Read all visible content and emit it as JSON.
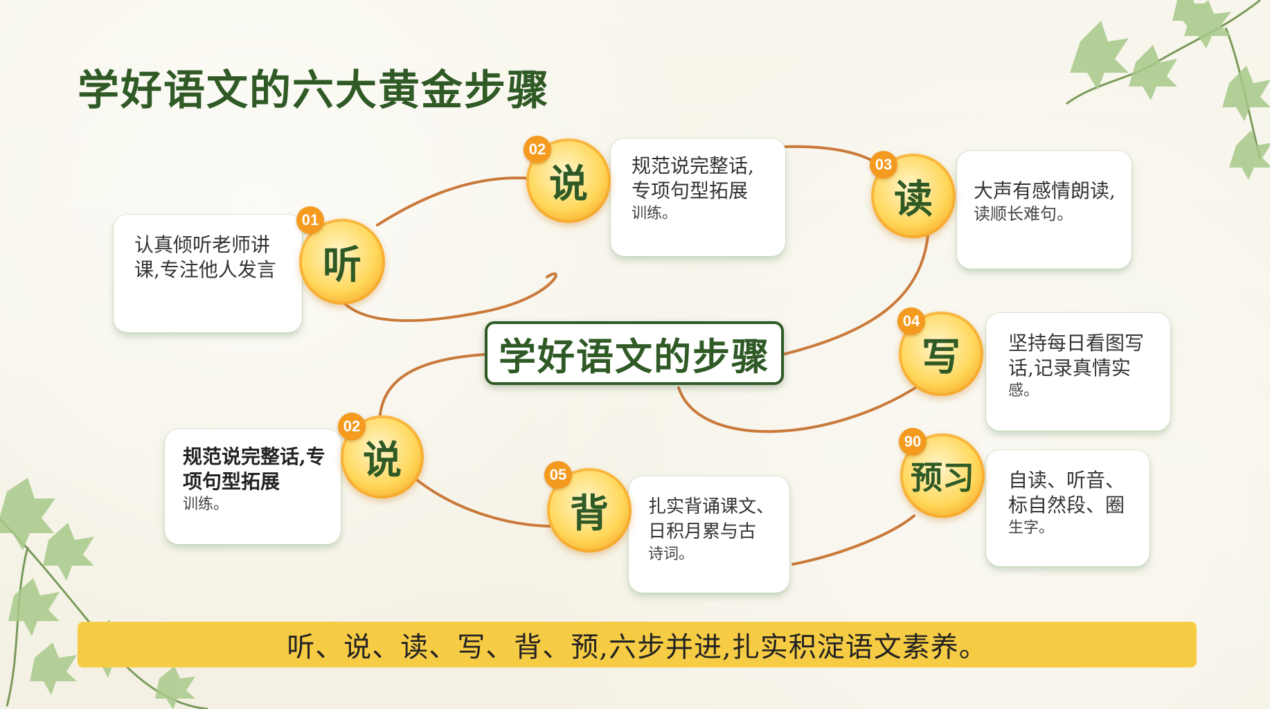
{
  "title": "学好语文的六大黄金步骤",
  "center": "学好语文的步骤",
  "footer": "听、说、读、写、背、预,六步并进,扎实积淀语文素养。",
  "colors": {
    "title_green": "#2f5a26",
    "orange": "#f39a1f",
    "connector": "#c9793a",
    "footer_bg": "#f7cc45"
  },
  "steps": [
    {
      "number": "01",
      "label": "听",
      "text_main": "认真倾听老师讲课,专注他人发言",
      "text_small": ""
    },
    {
      "number": "02",
      "label": "说",
      "text_main": "规范说完整话,专项句型拓展",
      "text_small": "训练。"
    },
    {
      "number": "03",
      "label": "读",
      "text_main": "大声有感情朗读,",
      "text_small": "读顺长难句。"
    },
    {
      "number": "04",
      "label": "写",
      "text_main": "坚持每日看图写话,记录真情实",
      "text_small": "感。"
    },
    {
      "number": "02",
      "label": "说",
      "text_main": "规范说完整话,专项句型拓展",
      "text_small": "训练。"
    },
    {
      "number": "05",
      "label": "背",
      "text_main": "扎实背诵课文、日积月累与古",
      "text_small": "诗词。"
    },
    {
      "number": "90",
      "label": "预习",
      "text_main": "自读、听音、标自然段、圈",
      "text_small": "生字。"
    }
  ],
  "decor_icons": [
    "ivy-leaves-top-right-icon",
    "ivy-leaves-bottom-left-icon"
  ]
}
